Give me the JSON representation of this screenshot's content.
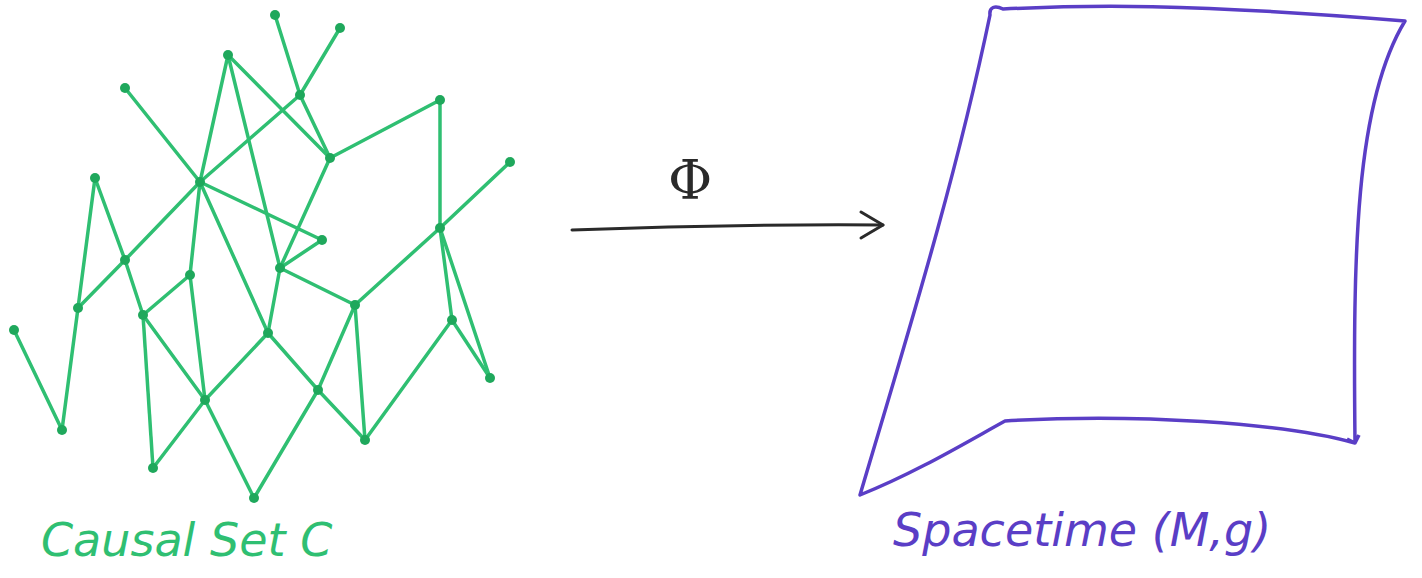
{
  "diagram": {
    "nodes": [
      {
        "text": [
          "Causal Set C"
        ]
      },
      {
        "text": [
          "Spacetime (M,g)"
        ]
      }
    ],
    "edges": [
      {
        "from": 0,
        "to": 1,
        "arrow": "to",
        "label": "Φ"
      }
    ]
  }
}
